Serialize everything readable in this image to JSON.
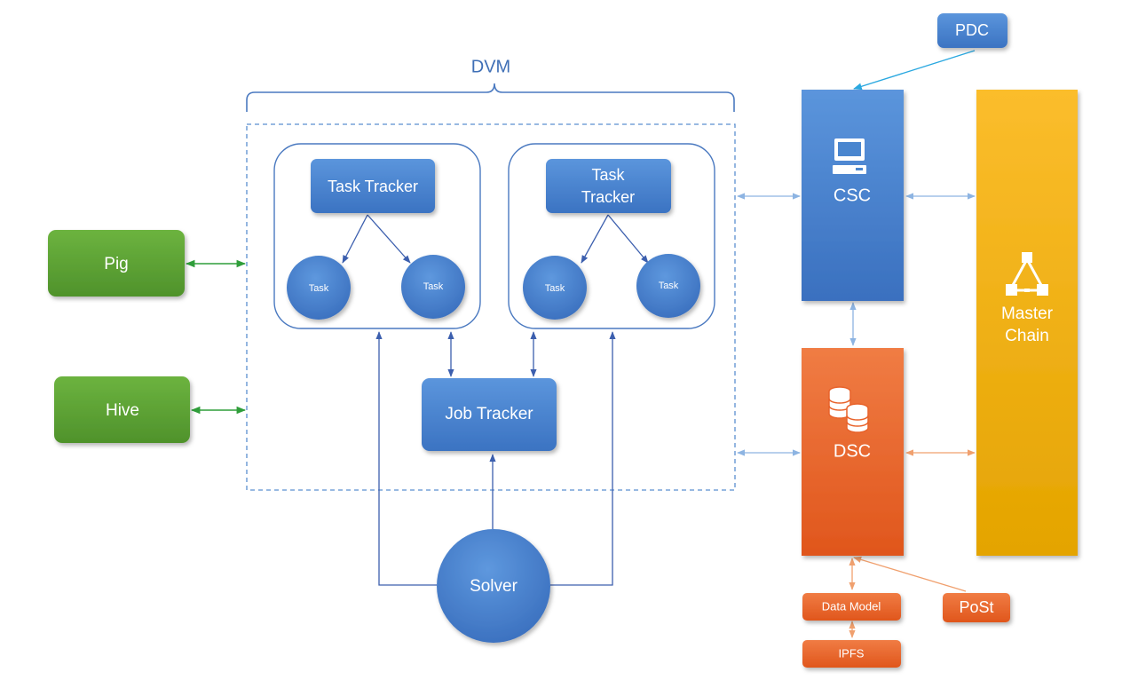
{
  "labels": {
    "dvm": "DVM",
    "pig": "Pig",
    "hive": "Hive",
    "task_tracker_1": "Task Tracker",
    "task_tracker_2_line1": "Task",
    "task_tracker_2_line2": "Tracker",
    "task": "Task",
    "job_tracker": "Job Tracker",
    "solver": "Solver",
    "pdc": "PDC",
    "csc": "CSC",
    "dsc": "DSC",
    "master_chain_line1": "Master",
    "master_chain_line2": "Chain",
    "data_model": "Data Model",
    "ipfs": "IPFS",
    "post": "PoSt"
  },
  "icons": {
    "csc": "computer-icon",
    "dsc": "database-icon",
    "master_chain": "network-nodes-icon"
  },
  "colors": {
    "blue_box": "#4a86cf",
    "blue_border": "#3f6fb6",
    "green_box": "#5aa233",
    "orange_box": "#e86a2c",
    "orange_light": "#ee7a3c",
    "yellow_box": "#f4b41b",
    "dvm_line": "#4a79c0",
    "arrow_dark": "#3c5fae",
    "arrow_light": "#8db4e2",
    "arrow_green": "#2f9e3a",
    "arrow_orange": "#f0a06e",
    "arrow_cyan": "#2aa8e0"
  }
}
